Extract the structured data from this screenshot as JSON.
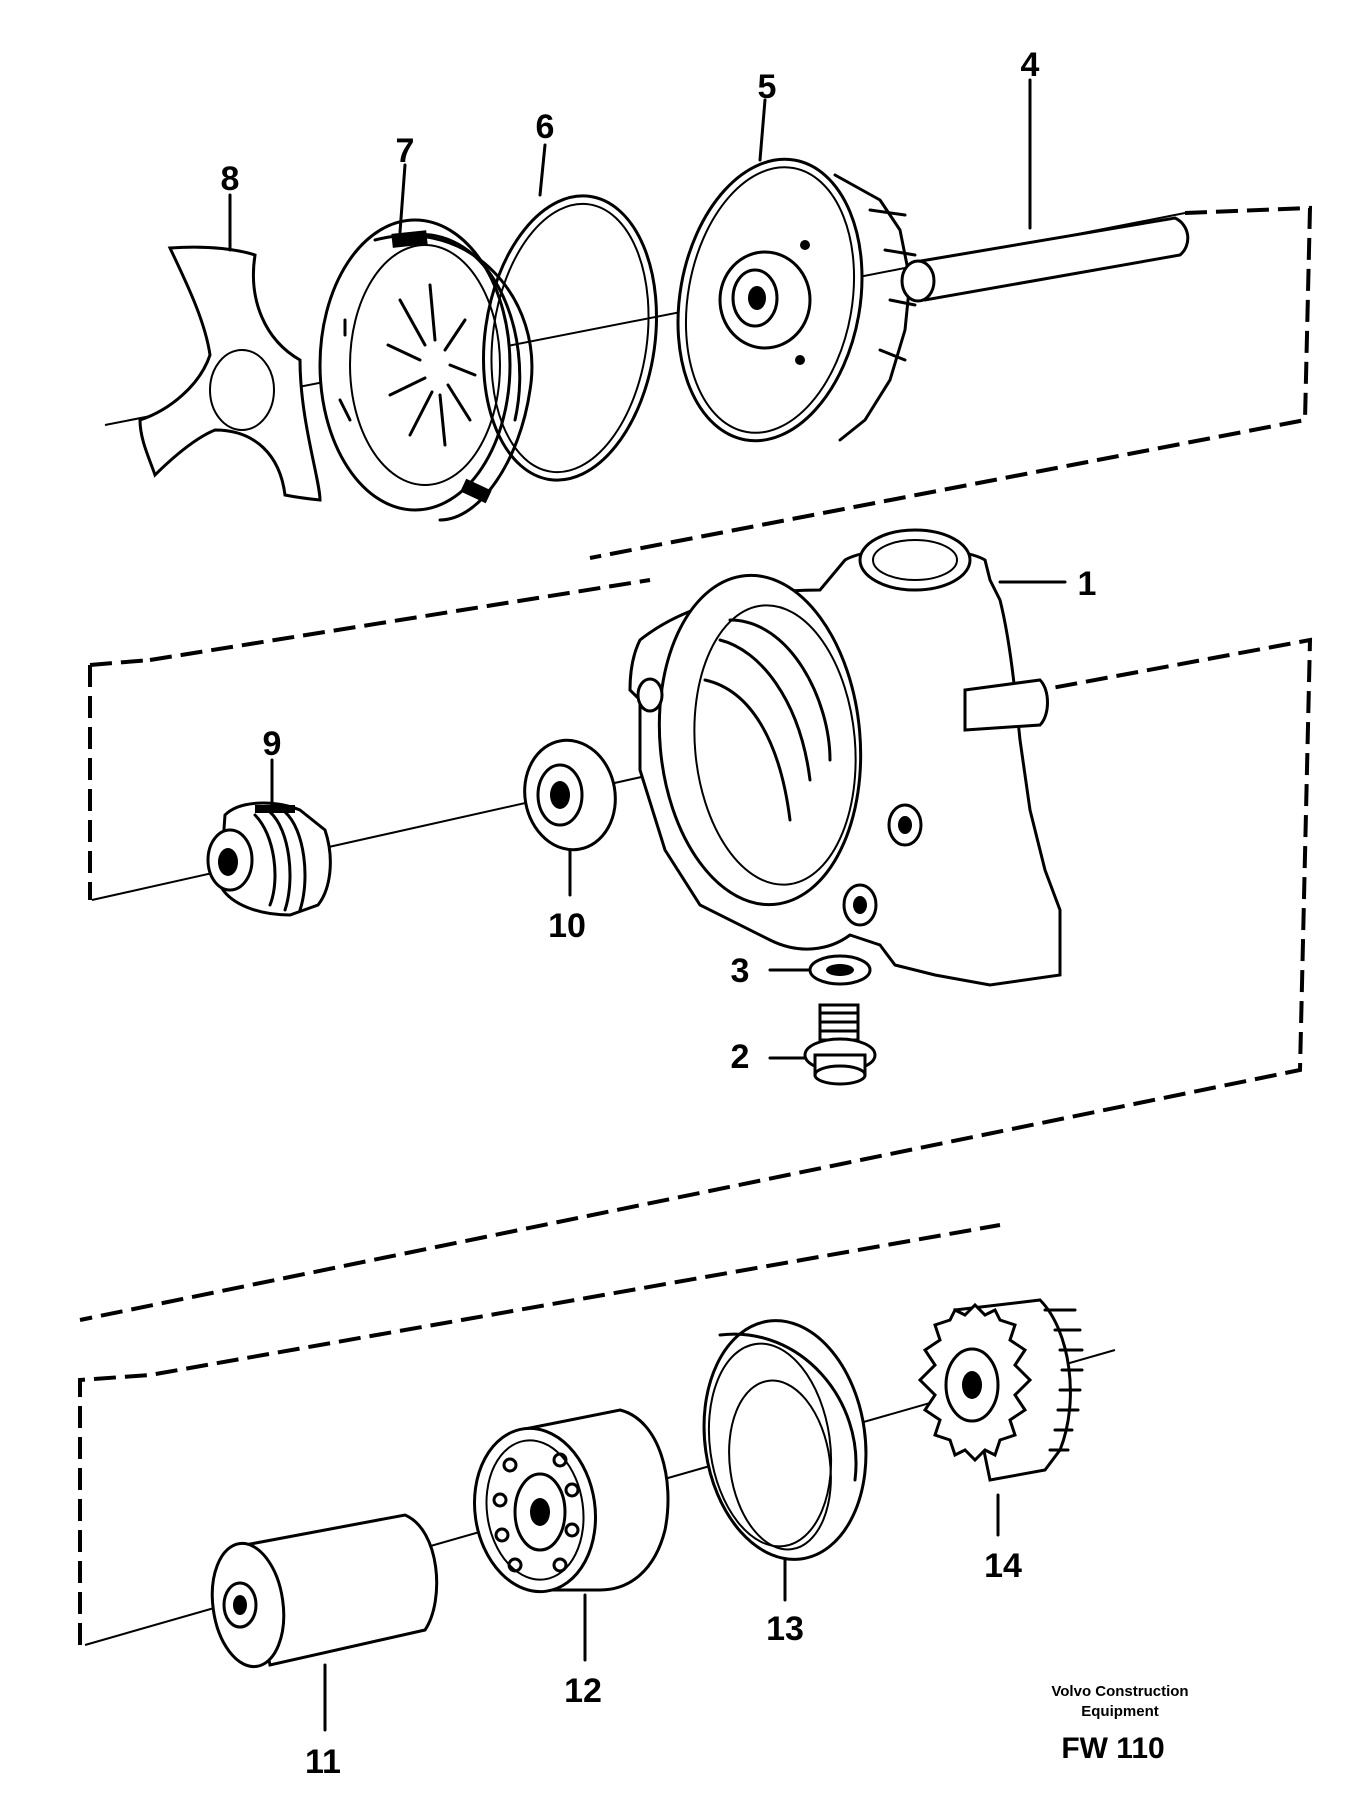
{
  "callouts": {
    "c1": "1",
    "c2": "2",
    "c3": "3",
    "c4": "4",
    "c5": "5",
    "c6": "6",
    "c7": "7",
    "c8": "8",
    "c9": "9",
    "c10": "10",
    "c11": "11",
    "c12": "12",
    "c13": "13",
    "c14": "14"
  },
  "footer": {
    "publisher_line1": "Volvo Construction",
    "publisher_line2": "Equipment",
    "figure_code": "FW 110"
  }
}
